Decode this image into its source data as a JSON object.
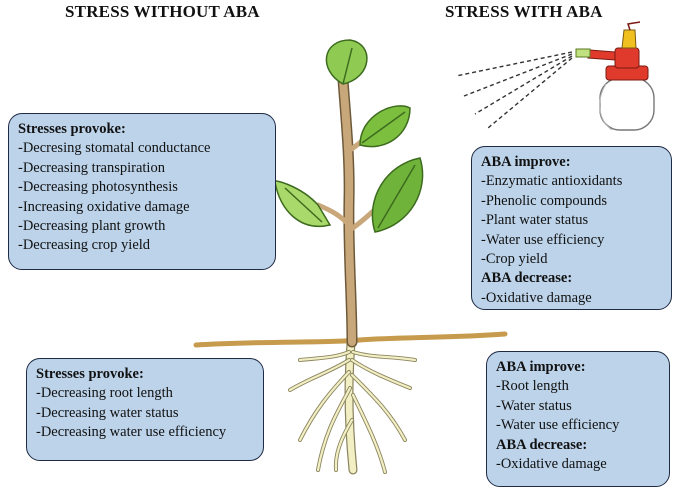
{
  "headings": {
    "left": "STRESS WITHOUT ABA",
    "right": "STRESS WITH ABA"
  },
  "colors": {
    "box_fill": "#bcd3ea",
    "box_border": "#1f2a44",
    "leaf": "#7cbf3f",
    "stem": "#c8a87a",
    "root": "#f2efc4",
    "soil": "#c79b4d",
    "sprayer_red": "#e03a2c"
  },
  "icons": [
    "plant",
    "roots",
    "spray-bottle",
    "spray-mist"
  ],
  "boxes": {
    "top_left": {
      "header": "Stresses provoke:",
      "items": [
        "-Decresing stomatal conductance",
        "-Decreasing transpiration",
        "-Decreasing photosynthesis",
        "-Increasing oxidative damage",
        "-Decreasing plant growth",
        "-Decreasing crop yield"
      ]
    },
    "bottom_left": {
      "header": "Stresses provoke:",
      "items": [
        "-Decreasing root length",
        "-Decreasing water status",
        "-Decreasing water use efficiency"
      ]
    },
    "top_right": {
      "improve_header": "ABA improve:",
      "improve_items": [
        "-Enzymatic antioxidants",
        "-Phenolic compounds",
        "-Plant water status",
        "-Water use efficiency",
        "-Crop yield"
      ],
      "decrease_header": "ABA decrease:",
      "decrease_items": [
        "-Oxidative damage"
      ]
    },
    "bottom_right": {
      "improve_header": "ABA improve:",
      "improve_items": [
        "-Root length",
        "-Water status",
        "-Water use efficiency"
      ],
      "decrease_header": "ABA decrease:",
      "decrease_items": [
        "-Oxidative damage"
      ]
    }
  }
}
